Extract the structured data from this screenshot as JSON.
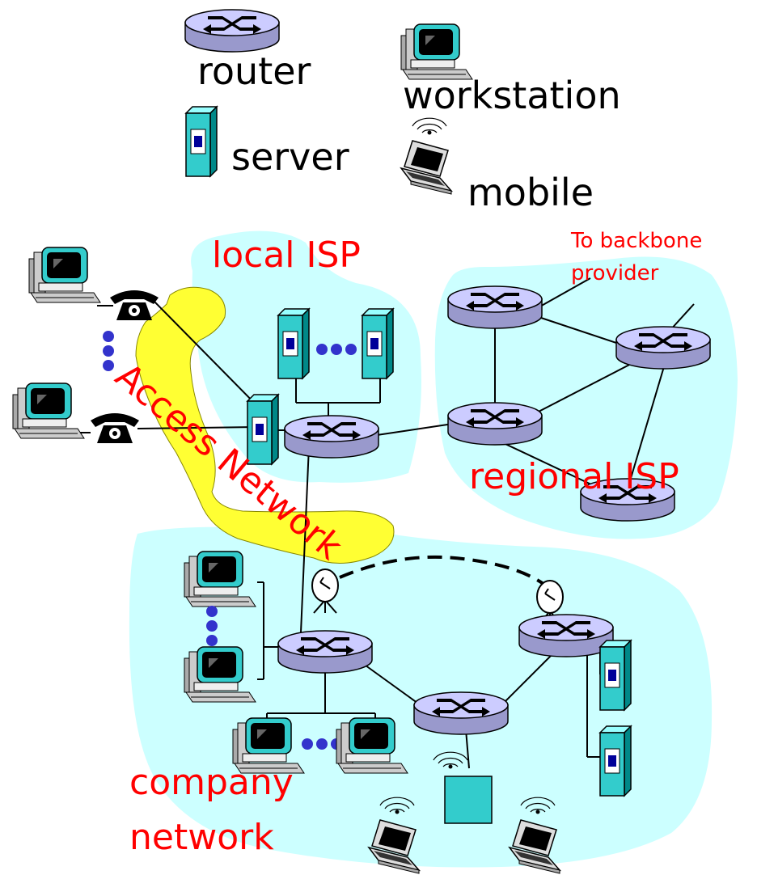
{
  "legend": {
    "router": "router",
    "workstation": "workstation",
    "server": "server",
    "mobile": "mobile"
  },
  "labels": {
    "local_isp": "local ISP",
    "to_backbone": "To backbone",
    "provider": "provider",
    "access_network": "Access Network",
    "regional_isp": "regional ISP",
    "company_network_1": "company",
    "company_network_2": "network"
  },
  "colors": {
    "cloud": "#ccffff",
    "access_network": "#ffff33",
    "router_body": "#ccccff",
    "server_body": "#33cccc",
    "label_red": "#ff0000"
  }
}
